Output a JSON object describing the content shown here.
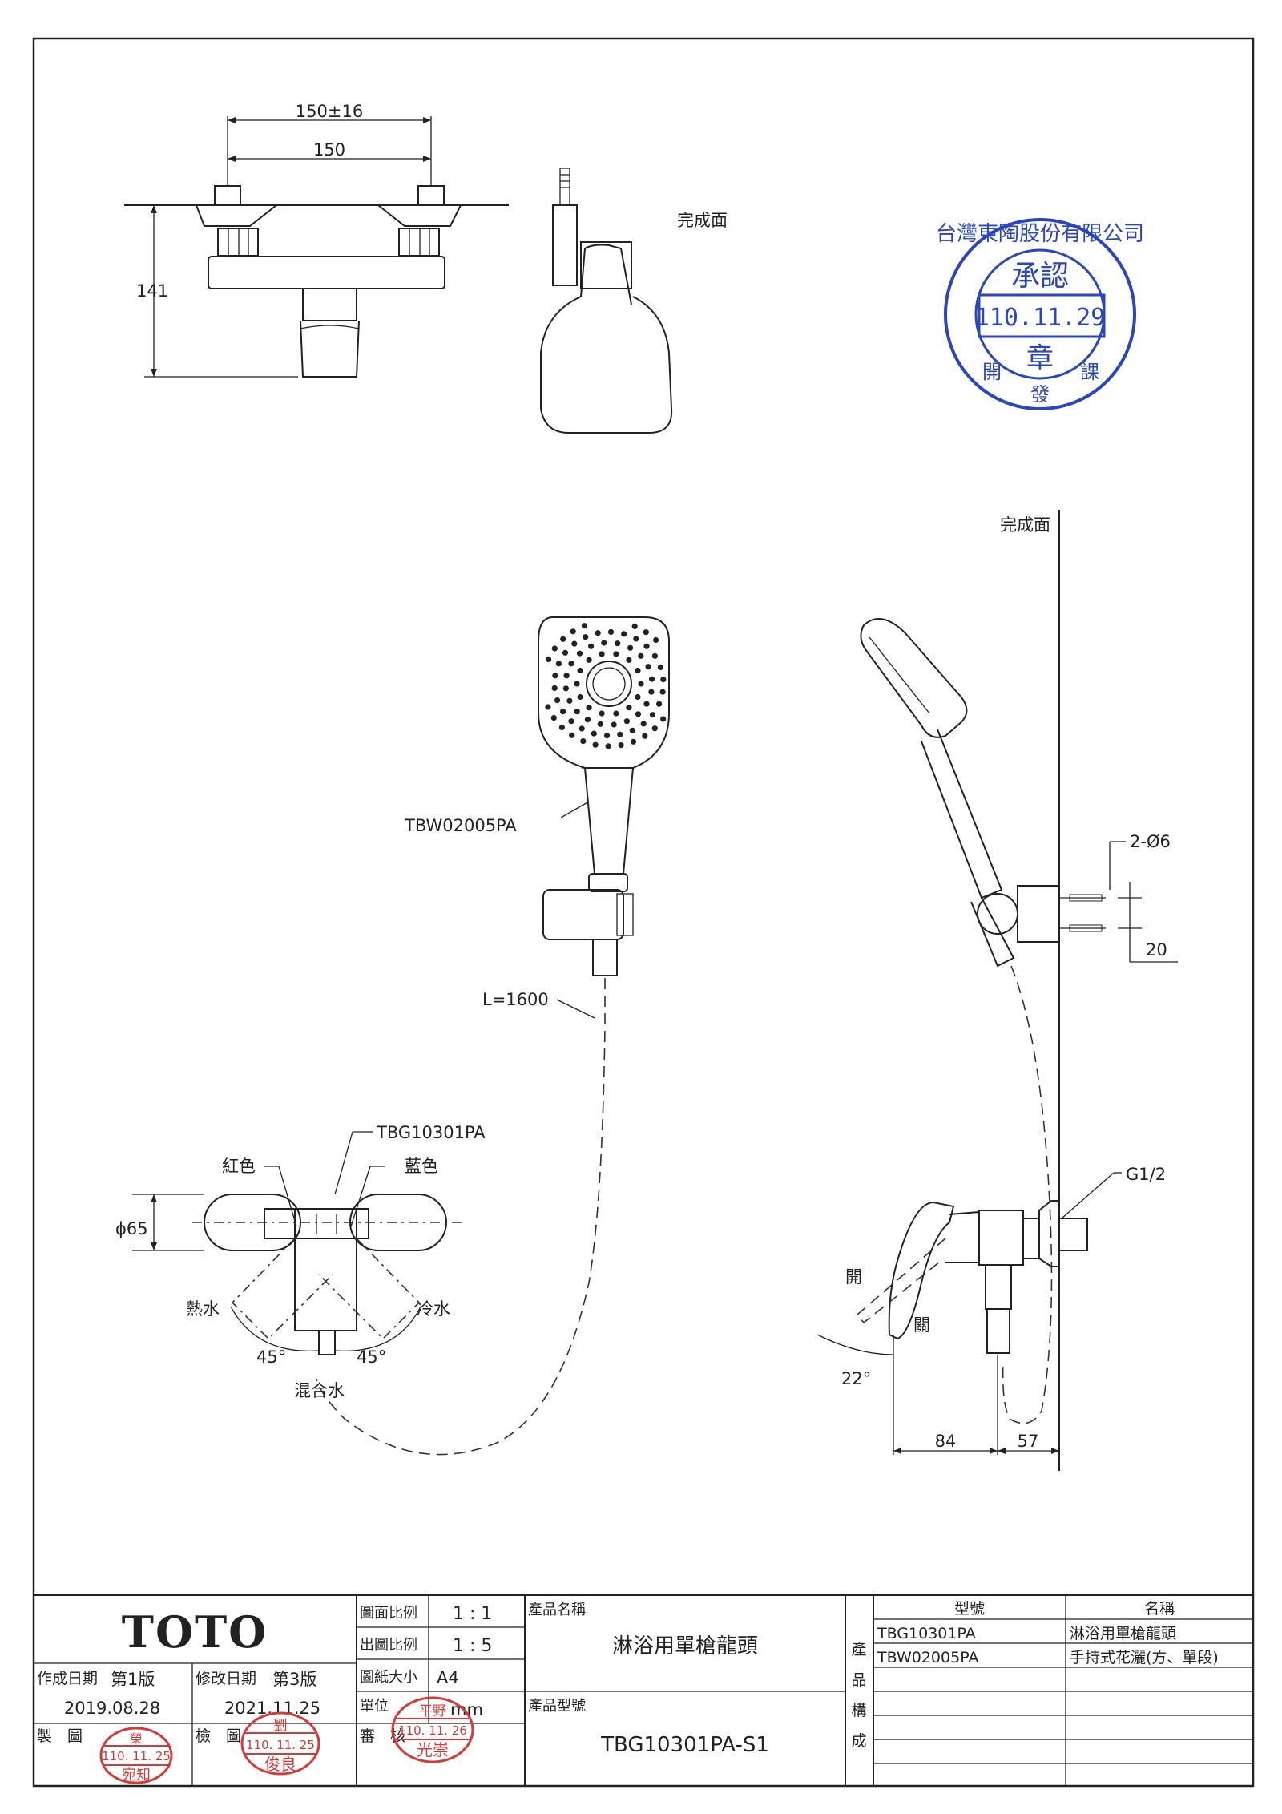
{
  "drawing": {
    "top_view": {
      "dim_total": "150±16",
      "dim_inner": "150",
      "dim_height": "141",
      "finish_surface": "完成面"
    },
    "side_view": {
      "finish_surface": "完成面",
      "mount_holes": "2-Ø6",
      "hole_spacing": "20",
      "thread": "G1/2",
      "open": "開",
      "close": "關",
      "angle": "22°",
      "dim_84": "84",
      "dim_57": "57"
    },
    "front_view": {
      "shower_model": "TBW02005PA",
      "hose_length": "L=1600",
      "faucet_model": "TBG10301PA",
      "red": "紅色",
      "blue": "藍色",
      "diameter": "ϕ65",
      "hot": "熱水",
      "cold": "冷水",
      "angle_left": "45°",
      "angle_right": "45°",
      "mixed": "混合水"
    }
  },
  "stamp_approval": {
    "company": "台灣東陶股份有限公司",
    "approve": "承認",
    "date": "110.11.29",
    "seal": "章",
    "dept_left": "開",
    "dept_mid": "發",
    "dept_right": "課"
  },
  "title_block": {
    "logo": "TOTO",
    "scale_label": "圖面比例",
    "scale_value": "1 : 1",
    "print_scale_label": "出圖比例",
    "print_scale_value": "1 : 5",
    "paper_label": "圖紙大小",
    "paper_value": "A4",
    "unit_label": "單位",
    "unit_value": "mm",
    "created_label": "作成日期",
    "created_version": "第1版",
    "created_date": "2019.08.28",
    "modified_label": "修改日期",
    "modified_version": "第3版",
    "modified_date": "2021.11.25",
    "draw_label": "製　圖",
    "check_label": "檢　圖",
    "review_label": "審　核",
    "product_name_label": "產品名稱",
    "product_name": "淋浴用單槍龍頭",
    "product_model_label": "產品型號",
    "product_model": "TBG10301PA-S1",
    "composition_label": [
      "產",
      "品",
      "構",
      "成"
    ],
    "col_model": "型號",
    "col_name": "名稱",
    "parts": [
      {
        "model": "TBG10301PA",
        "name": "淋浴用單槍龍頭"
      },
      {
        "model": "TBW02005PA",
        "name": "手持式花灑(方、單段)"
      }
    ],
    "stamp_draw": {
      "name_top": "榮",
      "date": "110. 11. 25",
      "name_bottom": "宛知"
    },
    "stamp_check": {
      "name_top": "劉",
      "date": "110. 11. 25",
      "name_bottom": "俊良"
    },
    "stamp_review": {
      "name_top": "平野",
      "date": "110. 11. 26",
      "name_bottom": "光崇"
    }
  }
}
